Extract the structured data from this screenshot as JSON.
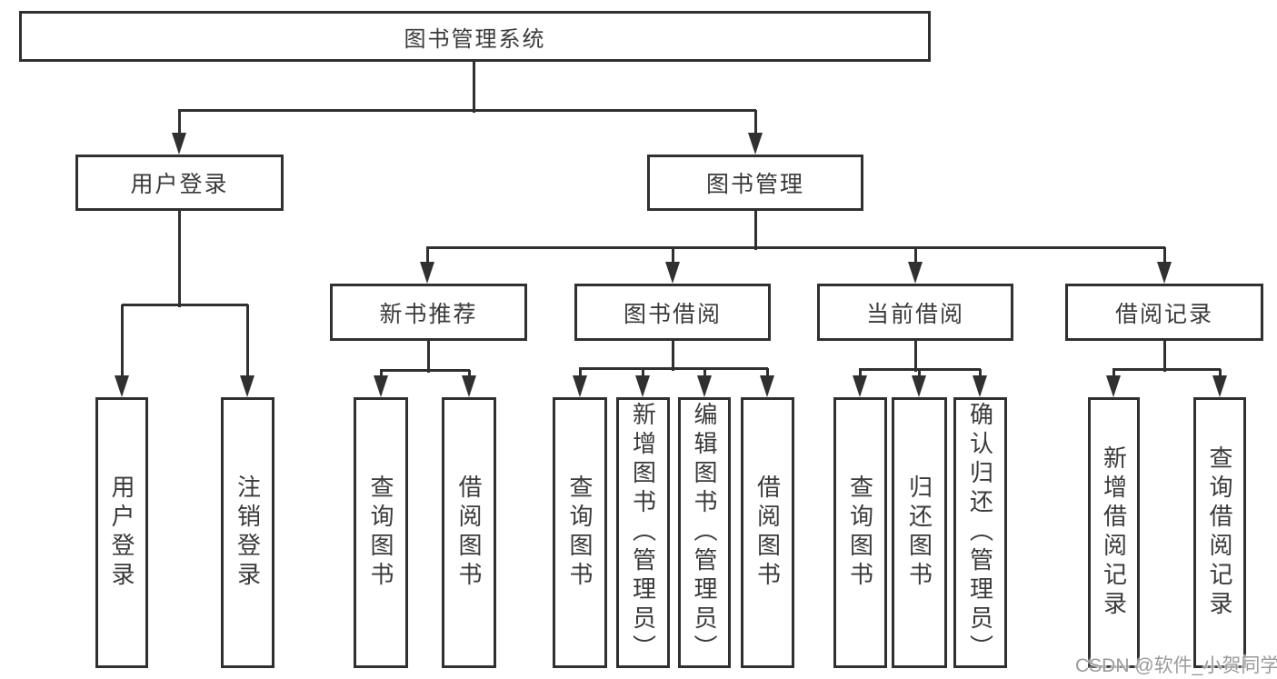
{
  "diagram": {
    "title": "图书管理系统",
    "login_module": {
      "label": "用户登录",
      "children": [
        "用户登录",
        "注销登录"
      ]
    },
    "management_module": {
      "label": "图书管理",
      "sections": [
        {
          "label": "新书推荐",
          "children": [
            "查询图书",
            "借阅图书"
          ]
        },
        {
          "label": "图书借阅",
          "children": [
            "查询图书",
            "新增图书（管理员）",
            "编辑图书（管理员）",
            "借阅图书"
          ]
        },
        {
          "label": "当前借阅",
          "children": [
            "查询图书",
            "归还图书",
            "确认归还（管理员）"
          ]
        },
        {
          "label": "借阅记录",
          "children": [
            "新增借阅记录",
            "查询借阅记录"
          ]
        }
      ]
    }
  },
  "watermark": "CSDN @软件_小贺同学",
  "colors": {
    "line": "#303030",
    "text": "#3a3a3a",
    "watermark": "#9b9b9b",
    "background": "#ffffff"
  }
}
